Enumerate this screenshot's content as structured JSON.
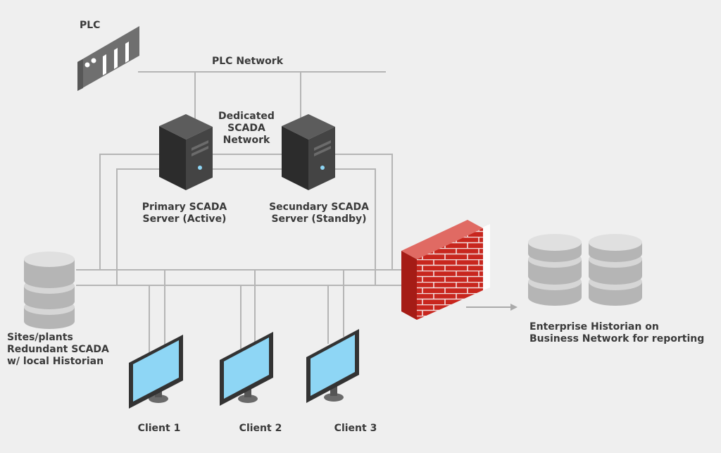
{
  "labels": {
    "plc": "PLC",
    "plc_network": "PLC Network",
    "dedicated_network": [
      "Dedicated",
      "SCADA",
      "Network"
    ],
    "primary_server": [
      "Primary SCADA",
      "Server (Active)"
    ],
    "secondary_server": [
      "Secundary SCADA",
      "Server (Standby)"
    ],
    "sites": [
      "Sites/plants",
      "Redundant SCADA",
      "w/ local Historian"
    ],
    "enterprise": [
      "Enterprise Historian on",
      "Business Network for reporting"
    ],
    "clients": [
      "Client 1",
      "Client 2",
      "Client 3"
    ]
  },
  "colors": {
    "background": "#efefef",
    "line": "#b5b5b5",
    "text": "#3a3a3a",
    "server_body": "#3d3d3d",
    "screen": "#8ed6f5",
    "firewall_brick": "#c8261e",
    "database": "#c6c6c6"
  },
  "icons": [
    "plc-icon",
    "server-icon",
    "database-icon",
    "monitor-icon",
    "firewall-icon",
    "arrow-right-icon"
  ]
}
